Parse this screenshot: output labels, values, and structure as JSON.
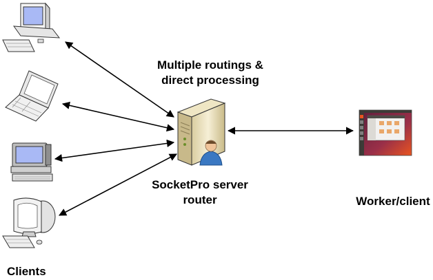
{
  "labels": {
    "routing_line1": "Multiple routings &",
    "routing_line2": "direct processing",
    "server_line1": "SocketPro server",
    "server_line2": "router",
    "worker": "Worker/client",
    "clients": "Clients"
  },
  "icons": {
    "clients": [
      "desktop-computer-icon",
      "laptop-icon",
      "crt-monitor-computer-icon",
      "imac-computer-icon"
    ],
    "server": "server-tower-icon",
    "worker": "ubuntu-desktop-screenshot-icon"
  },
  "colors": {
    "arrow": "#000000",
    "server_body": "#f1e8c8",
    "server_shadow": "#c8b98a",
    "user_blue": "#3a78c2",
    "screen_blue": "#a9b9f5",
    "ubuntu_bg": "#7a2a4a",
    "ubuntu_orange": "#e95420"
  }
}
